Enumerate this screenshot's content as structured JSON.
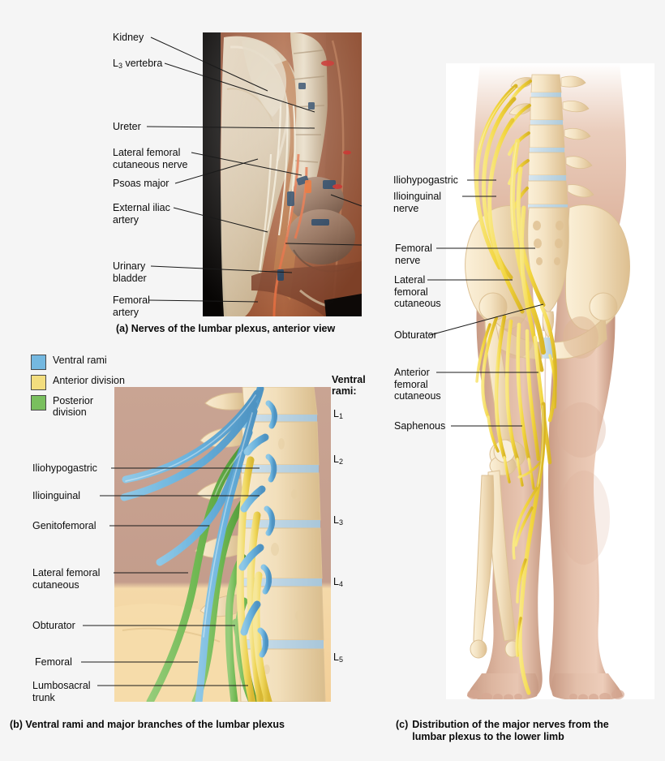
{
  "figure": {
    "background": "#f5f5f5",
    "title": "Lumbar plexus figure (three panels)"
  },
  "panel_a": {
    "id": "a",
    "caption": "(a) Nerves of the lumbar plexus, anterior view",
    "caption_prefix": "(a)",
    "caption_text": "Nerves of the lumbar plexus, anterior view",
    "labels": [
      {
        "id": "kidney",
        "lines": [
          "Kidney"
        ]
      },
      {
        "id": "l3-vertebra",
        "lines": [
          "L3 vertebra"
        ],
        "base": "L",
        "sub": "3",
        "rest": " vertebra"
      },
      {
        "id": "ureter",
        "lines": [
          "Ureter"
        ]
      },
      {
        "id": "lateral-femoral-cutaneous-nerve",
        "lines": [
          "Lateral femoral",
          "cutaneous nerve"
        ]
      },
      {
        "id": "psoas-major",
        "lines": [
          "Psoas major"
        ]
      },
      {
        "id": "external-iliac-artery",
        "lines": [
          "External iliac",
          "artery"
        ]
      },
      {
        "id": "urinary-bladder",
        "lines": [
          "Urinary",
          "bladder"
        ]
      },
      {
        "id": "femoral-artery",
        "lines": [
          "Femoral",
          "artery"
        ]
      }
    ]
  },
  "panel_b": {
    "id": "b",
    "caption": "(b) Ventral rami and major branches of the lumbar plexus",
    "caption_prefix": "(b)",
    "caption_text": "Ventral rami and major branches of the lumbar plexus",
    "legend": {
      "items": [
        {
          "label": "Ventral rami",
          "color": "#74b8e0",
          "lines": [
            "Ventral rami"
          ]
        },
        {
          "label": "Anterior division",
          "color": "#f2dd7e",
          "lines": [
            "Anterior division"
          ]
        },
        {
          "label": "Posterior division",
          "color": "#79bf5e",
          "lines": [
            "Posterior",
            "division"
          ]
        }
      ]
    },
    "labels": [
      {
        "id": "iliohypogastric",
        "lines": [
          "Iliohypogastric"
        ]
      },
      {
        "id": "ilioinguinal",
        "lines": [
          "Ilioinguinal"
        ]
      },
      {
        "id": "genitofemoral",
        "lines": [
          "Genitofemoral"
        ]
      },
      {
        "id": "lateral-femoral-cutaneous",
        "lines": [
          "Lateral femoral",
          "cutaneous"
        ]
      },
      {
        "id": "obturator",
        "lines": [
          "Obturator"
        ]
      },
      {
        "id": "femoral",
        "lines": [
          "Femoral"
        ]
      },
      {
        "id": "lumbosacral-trunk",
        "lines": [
          "Lumbosacral",
          "trunk"
        ]
      }
    ],
    "ventral_rami_header": [
      "Ventral",
      "rami:"
    ],
    "ventral_rami_levels": [
      {
        "base": "L",
        "sub": "1"
      },
      {
        "base": "L",
        "sub": "2"
      },
      {
        "base": "L",
        "sub": "3"
      },
      {
        "base": "L",
        "sub": "4"
      },
      {
        "base": "L",
        "sub": "5"
      }
    ]
  },
  "panel_c": {
    "id": "c",
    "caption": "(c) Distribution of the major nerves from the lumbar plexus to the lower limb",
    "caption_prefix": "(c)",
    "caption_line1": "Distribution of the major nerves from the",
    "caption_line2": "lumbar plexus to the lower limb",
    "labels": [
      {
        "id": "iliohypogastric",
        "lines": [
          "Iliohypogastric"
        ]
      },
      {
        "id": "ilioinguinal-nerve",
        "lines": [
          "Ilioinguinal",
          "nerve"
        ]
      },
      {
        "id": "femoral-nerve",
        "lines": [
          "Femoral",
          "nerve"
        ]
      },
      {
        "id": "lateral-femoral-cutaneous",
        "lines": [
          "Lateral",
          "femoral",
          "cutaneous"
        ]
      },
      {
        "id": "obturator",
        "lines": [
          "Obturator"
        ]
      },
      {
        "id": "anterior-femoral-cutaneous",
        "lines": [
          "Anterior",
          "femoral",
          "cutaneous"
        ]
      },
      {
        "id": "saphenous",
        "lines": [
          "Saphenous"
        ]
      }
    ]
  },
  "colors": {
    "ventral_rami": "#74b8e0",
    "anterior_division": "#f2dd7e",
    "posterior_division": "#79bf5e",
    "nerve_yellow": "#f2d64b",
    "bone": "#f2e2c2",
    "skin": "#d9b39c",
    "leader_line": "#1a1a1a",
    "background": "#f5f5f5"
  }
}
